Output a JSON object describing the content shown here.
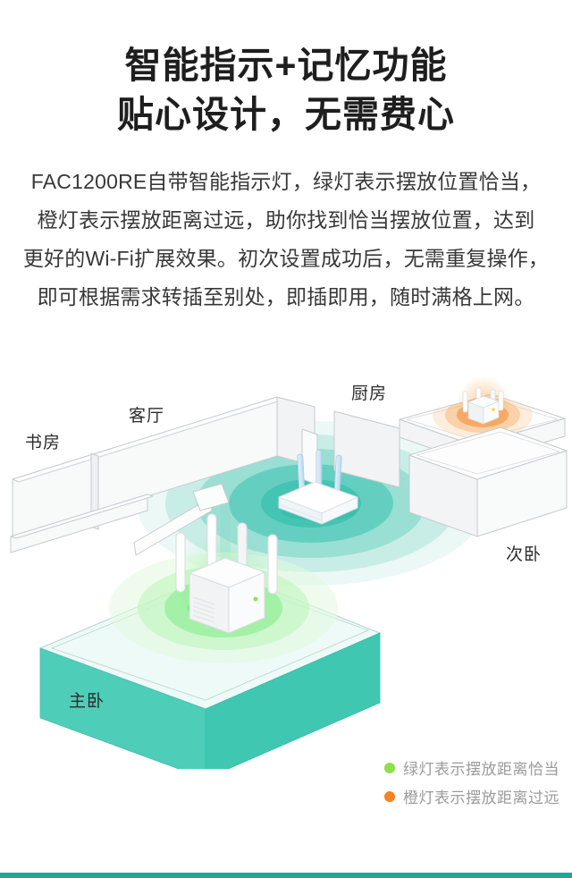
{
  "page": {
    "background": "#ffffff",
    "accent_bar_color": "#1aa89b"
  },
  "header": {
    "title_line1": "智能指示+记忆功能",
    "title_line2": "贴心设计，无需费心"
  },
  "description": {
    "lines": [
      "FAC1200RE自带智能指示灯，绿灯表示摆放位置恰当，",
      "橙灯表示摆放距离过远，助你找到恰当摆放位置，达到",
      "更好的Wi-Fi扩展效果。初次设置成功后，无需重复操作，",
      "即可根据需求转插至别处，即插即用，随时满格上网。"
    ]
  },
  "illustration": {
    "type": "isometric-home-wifi-coverage-diagram",
    "rooms": [
      {
        "id": "study",
        "label": "书房"
      },
      {
        "id": "living-room",
        "label": "客厅"
      },
      {
        "id": "kitchen",
        "label": "厨房"
      },
      {
        "id": "second-bedroom",
        "label": "次卧"
      },
      {
        "id": "master-bedroom",
        "label": "主卧"
      }
    ],
    "devices": [
      {
        "id": "router",
        "type": "wireless-router",
        "antennas": 3,
        "location": "living-room-center"
      },
      {
        "id": "extender-good",
        "type": "range-extender",
        "antennas": 4,
        "led_color": "#8ce04a",
        "location": "master-bedroom"
      },
      {
        "id": "extender-far",
        "type": "range-extender",
        "antennas": 4,
        "led_color": "#ffcf4d",
        "location": "far-corner-room"
      }
    ],
    "signal_colors": {
      "router_coverage_teal": "#44c4b3",
      "extender_good_glow_green": "#63e570",
      "extender_far_glow_orange": "#f08227",
      "master_bedroom_box_teal": "#4ecdb9"
    }
  },
  "legend": {
    "items": [
      {
        "dot_color": "#8ce04a",
        "text": "绿灯表示摆放距离恰当"
      },
      {
        "dot_color": "#f5831f",
        "text": "橙灯表示摆放距离过远"
      }
    ]
  }
}
